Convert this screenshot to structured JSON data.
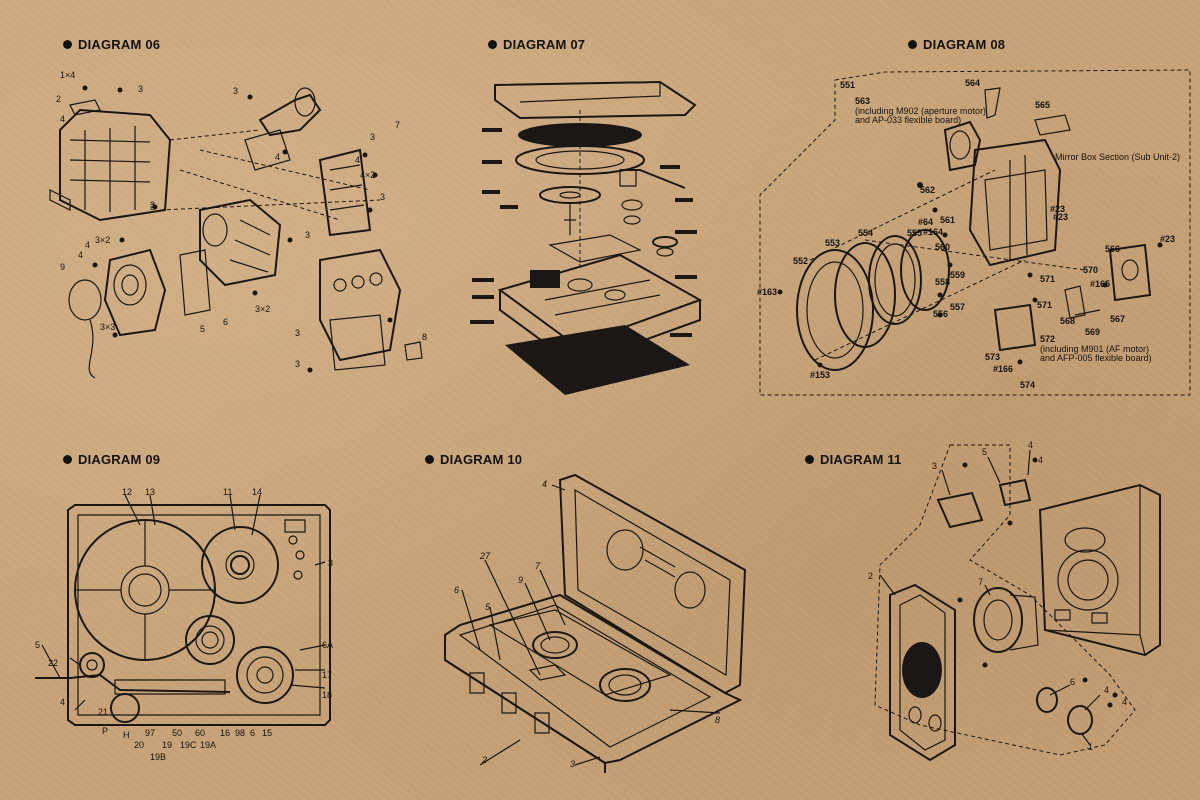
{
  "headings": {
    "d06": "DIAGRAM 06",
    "d07": "DIAGRAM 07",
    "d08": "DIAGRAM 08",
    "d09": "DIAGRAM 09",
    "d10": "DIAGRAM 10",
    "d11": "DIAGRAM 11"
  },
  "d06_callouts": [
    "1×4",
    "2",
    "3",
    "3",
    "3",
    "3",
    "4",
    "4",
    "4",
    "4",
    "4×2",
    "7",
    "3",
    "3×2",
    "4",
    "9",
    "5",
    "6",
    "3×2",
    "3×3",
    "3",
    "3",
    "8",
    "3",
    "3"
  ],
  "d08_notes": {
    "n563": "563",
    "n563_desc1": "(including M902 (aperture motor)",
    "n563_desc2": "and AP-033 flexible board)",
    "mirror": "Mirror Box Section (Sub Unit-2)",
    "n572": "572",
    "n572_desc1": "(including M901 (AF motor)",
    "n572_desc2": "and AFP-005 flexible board)"
  },
  "d08_callouts": [
    "551",
    "564",
    "565",
    "562",
    "561",
    "#23",
    "#23",
    "#64",
    "#164",
    "560",
    "566",
    "#23",
    "553",
    "554",
    "555",
    "552",
    "559",
    "558",
    "557",
    "556",
    "571",
    "570",
    "#165",
    "567",
    "571",
    "568",
    "569",
    "#163",
    "#153",
    "573",
    "#166",
    "574"
  ],
  "d09_callouts": [
    "12",
    "13",
    "11",
    "14",
    "3",
    "5",
    "22",
    "4",
    "6A",
    "17",
    "18",
    "21",
    "P",
    "H",
    "97",
    "20",
    "19",
    "50",
    "19C",
    "60",
    "19A",
    "16",
    "98",
    "6",
    "15",
    "19B"
  ],
  "d10_callouts": [
    "4",
    "27",
    "9",
    "7",
    "6",
    "5",
    "8",
    "2",
    "3"
  ],
  "d11_callouts": [
    "3",
    "5",
    "4",
    "4",
    "2",
    "7",
    "6",
    "4",
    "4",
    "1"
  ]
}
